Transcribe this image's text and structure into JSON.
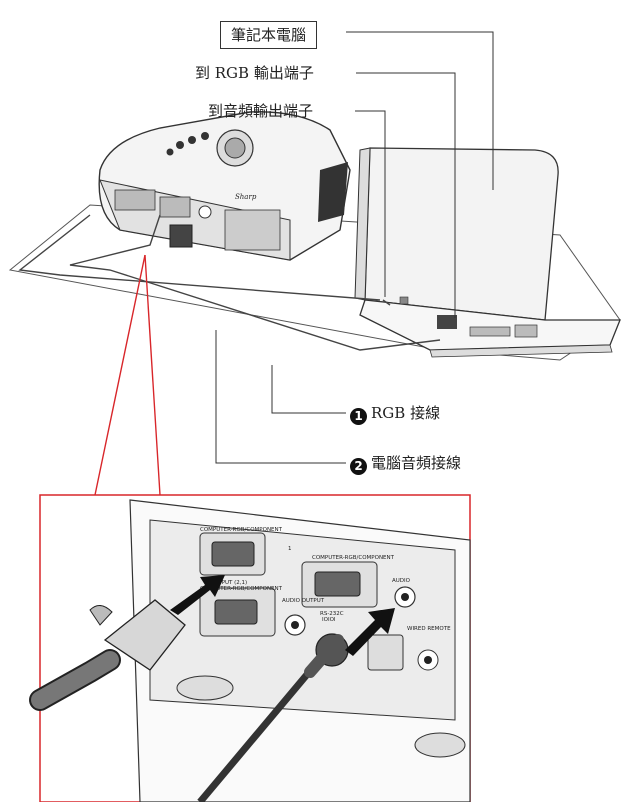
{
  "labels": {
    "laptop": "筆記本電腦",
    "to_rgb_output": "到 RGB 輸出端子",
    "to_audio_output": "到音頻輸出端子",
    "cable_rgb_num": "1",
    "cable_rgb": "RGB 接線",
    "cable_audio_num": "2",
    "cable_audio": "電腦音頻接線"
  },
  "projector_brand": "Sharp",
  "panel_labels": {
    "computer_rgb_component_1": "COMPUTER-RGB/COMPONENT",
    "input_1": "1",
    "output_2": "OUTPUT (2,1)",
    "rgb_component_2": "COMPUTER-RGB/COMPONENT",
    "audio_output": "AUDIO OUTPUT",
    "rs232c": "RS-232C",
    "rs232c_symbol": "IOIOI",
    "computer_rgb_component_2": "COMPUTER-RGB/COMPONENT",
    "audio_label": "AUDIO",
    "wired_remote": "WIRED REMOTE"
  },
  "colors": {
    "callout_red": "#d8262a",
    "line": "#333333"
  }
}
